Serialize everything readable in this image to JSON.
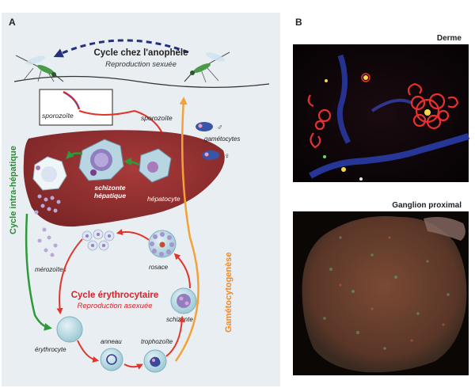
{
  "panel_a": {
    "letter": "A",
    "mosquito_cycle": {
      "title": "Cycle chez l'anophèle",
      "subtitle": "Reproduction sexuée"
    },
    "liver": {
      "cycle_label": "Cycle intra-hépatique",
      "sporozoite_box": "sporozoïte",
      "sporozoite": "sporozoïte",
      "hepatocyte": "hépatocyte",
      "schizont_line1": "schizonte",
      "schizont_line2": "hépatique"
    },
    "gametocytes": {
      "label": "gamétocytes",
      "male_symbol": "♂",
      "female_symbol": "♀"
    },
    "gametocytogenesis": "Gamétocytogenèse",
    "erythrocytic_cycle": {
      "title": "Cycle érythrocytaire",
      "subtitle": "Reproduction asexuée",
      "merozoites": "mérozoïtes",
      "erythrocyte": "érythrocyte",
      "ring": "anneau",
      "trophozoite": "trophozoïte",
      "schizont": "schizonte",
      "rosette": "rosace"
    }
  },
  "panel_b": {
    "letter": "B",
    "image_top_label": "Derme",
    "image_bottom_label": "Ganglion proximal"
  },
  "colors": {
    "liver": "#8e2d2e",
    "arrow_green": "#2f9a3a",
    "arrow_red": "#e0352b",
    "arrow_orange": "#f3a23a",
    "arrow_blue": "#24317a",
    "title_red": "#d3252b",
    "title_green": "#2f8a3a",
    "title_orange": "#ef8a2a"
  }
}
